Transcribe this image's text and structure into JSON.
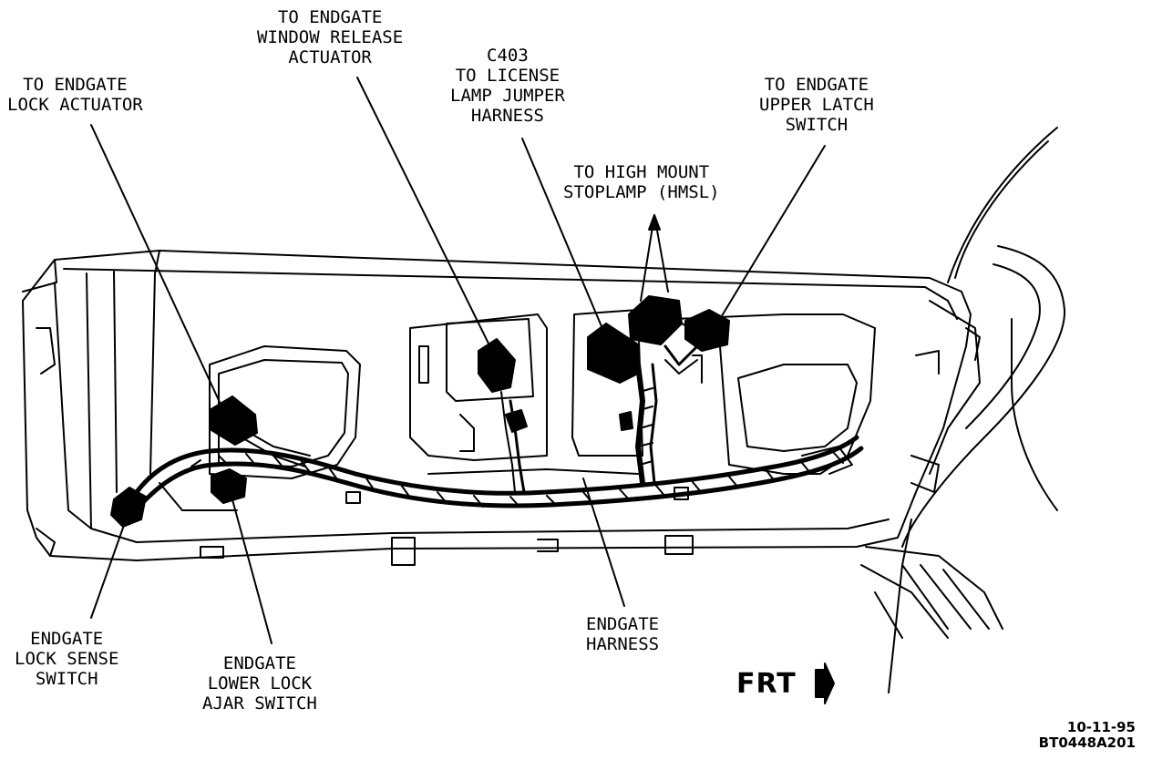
{
  "labels": {
    "window_release": [
      "TO ENDGATE",
      "WINDOW RELEASE",
      "ACTUATOR"
    ],
    "lock_actuator": [
      "TO ENDGATE",
      "LOCK ACTUATOR"
    ],
    "c403": [
      "C403",
      "TO LICENSE",
      "LAMP JUMPER",
      "HARNESS"
    ],
    "upper_latch": [
      "TO ENDGATE",
      "UPPER LATCH",
      "SWITCH"
    ],
    "hmsl": [
      "TO HIGH MOUNT",
      "STOPLAMP (HMSL)"
    ],
    "lock_sense": [
      "ENDGATE",
      "LOCK SENSE",
      "SWITCH"
    ],
    "lower_lock": [
      "ENDGATE",
      "LOWER LOCK",
      "AJAR SWITCH"
    ],
    "harness": [
      "ENDGATE",
      "HARNESS"
    ]
  },
  "direction": "FRT",
  "footer": {
    "date": "10-11-95",
    "code": "BT0448A201"
  },
  "colors": {
    "ink": "#000000",
    "paper": "#ffffff"
  }
}
